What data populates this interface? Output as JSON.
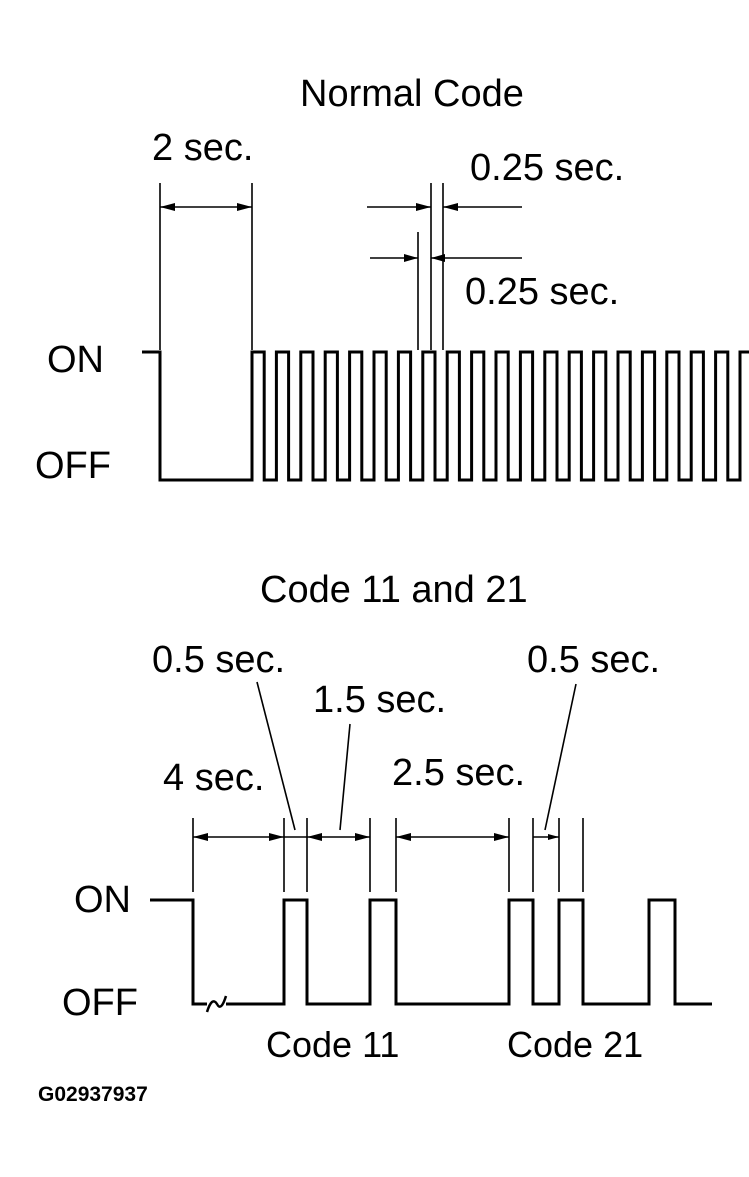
{
  "normal": {
    "title": "Normal Code",
    "on_label": "ON",
    "off_label": "OFF",
    "dim_2sec": "2 sec.",
    "dim_025_on": "0.25 sec.",
    "dim_025_off": "0.25 sec."
  },
  "codes": {
    "title": "Code 11 and 21",
    "on_label": "ON",
    "off_label": "OFF",
    "dim_4sec": "4 sec.",
    "dim_05_a": "0.5 sec.",
    "dim_15": "1.5 sec.",
    "dim_25": "2.5 sec.",
    "dim_05_b": "0.5 sec.",
    "code11_label": "Code 11",
    "code21_label": "Code 21"
  },
  "figure_id": "G02937937"
}
